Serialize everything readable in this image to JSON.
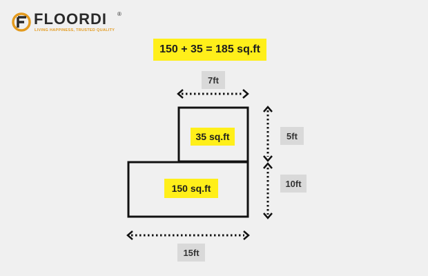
{
  "logo": {
    "name": "FLOORDI",
    "trademark": "®",
    "tagline": "LIVING HAPPINESS, TRUSTED QUALITY"
  },
  "diagram": {
    "equation": "150 + 35 = 185 sq.ft",
    "small_area": "35 sq.ft",
    "large_area": "150 sq.ft",
    "dimensions": {
      "small_width": "7ft",
      "small_height": "5ft",
      "large_height": "10ft",
      "large_width": "15ft"
    }
  },
  "colors": {
    "background": "#f0f0f0",
    "highlight": "#ffef1a",
    "dimension_box": "#d9d9d9",
    "logo_orange": "#e39a1e",
    "logo_dark": "#2a2a2a"
  }
}
